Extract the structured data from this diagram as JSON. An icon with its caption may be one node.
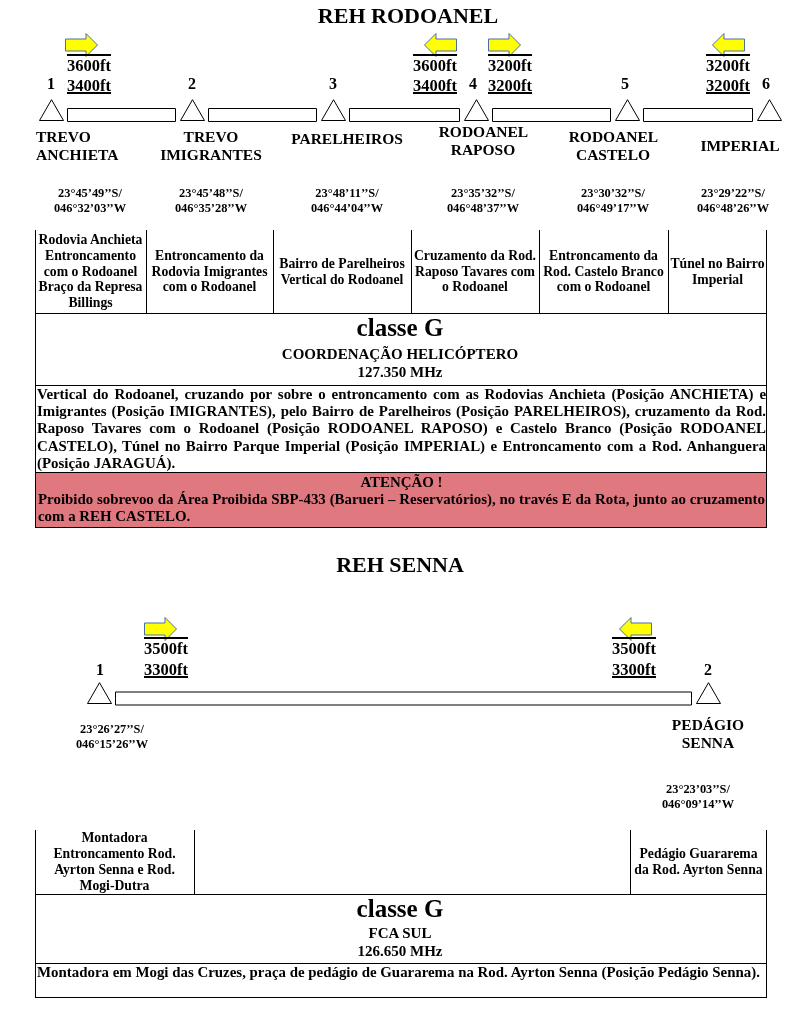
{
  "diagram": {
    "title": "REH RODOANEL",
    "nodes": [
      {
        "text": [],
        "shape": "triangle",
        "beside": [
          "1",
          "TREVO ANCHIETA",
          "23°45’49’’S/ 046°32’03’’W"
        ]
      },
      {
        "text": [],
        "shape": "triangle",
        "beside": [
          "2",
          "TREVO IMIGRANTES",
          "23°45’48’’S/ 046°35’28’’W"
        ]
      },
      {
        "text": [],
        "shape": "triangle",
        "beside": [
          "3",
          "PARELHEIROS",
          "23°48’11’’S/ 046°44’04’’W"
        ]
      },
      {
        "text": [],
        "shape": "triangle",
        "beside": [
          "4",
          "RODOANEL RAPOSO",
          "23°35’32’’S/ 046°48’37’’W"
        ]
      },
      {
        "text": [],
        "shape": "triangle",
        "beside": [
          "5",
          "RODOANEL CASTELO",
          "23°30’32’’S/ 046°49’17’’W"
        ]
      },
      {
        "text": [],
        "shape": "triangle",
        "beside": [
          "6",
          "IMPERIAL",
          "23°29’22’’S/ 046°48’26’’W"
        ]
      },
      {
        "text": [],
        "shape": "triangle",
        "beside": [
          "1",
          "23°26’27’’S/ 046°15’26’’W"
        ]
      },
      {
        "text": [],
        "shape": "triangle",
        "beside": [
          "2",
          "PEDÁGIO SENNA",
          "23°23’03’’S/ 046°09’14’’W"
        ]
      }
    ],
    "edges": [
      {
        "from": 0,
        "to": 1,
        "arrow": "none"
      },
      {
        "from": 1,
        "to": 2,
        "arrow": "none"
      },
      {
        "from": 2,
        "to": 3,
        "arrow": "none"
      },
      {
        "from": 3,
        "to": 4,
        "arrow": "none"
      },
      {
        "from": 4,
        "to": 5,
        "arrow": "none"
      },
      {
        "from": 6,
        "to": 7,
        "arrow": "none"
      }
    ],
    "labels": [
      "3600ft",
      "3400ft",
      "3600ft",
      "3400ft",
      "3200ft",
      "3200ft",
      "3200ft",
      "3200ft",
      "Rodovia Anchieta Entroncamento com o Rodoanel Braço da Represa Billings",
      "Entroncamento da Rodovia Imigrantes com o Rodoanel",
      "Bairro de Parelheiros Vertical do Rodoanel",
      "Cruzamento da Rod. Raposo Tavares com o Rodoanel",
      "Entroncamento da Rod. Castelo Branco com o Rodoanel",
      "Túnel no Bairro Imperial",
      "classe G",
      "COORDENAÇÃO HELICÓPTERO",
      "127.350 MHz",
      "Vertical do Rodoanel, cruzando por sobre o entroncamento com as Rodovias Anchieta (Posição ANCHIETA) e Imigrantes (Posição IMIGRANTES), pelo Bairro de Parelheiros (Posição PARELHEIROS), cruzamento da Rod. Raposo Tavares com o Rodoanel (Posição RODOANEL RAPOSO) e Castelo Branco (Posição RODOANEL CASTELO), Túnel no Bairro Parque Imperial (Posição IMPERIAL) e Entroncamento com a Rod. Anhanguera (Posição JARAGUÁ).",
      "ATENÇÃO !",
      "Proibido sobrevoo da Área Proibida SBP-433 (Barueri – Reservatórios), no través E da Rota, junto ao cruzamento com a REH CASTELO.",
      "REH SENNA",
      "3500ft",
      "3300ft",
      "3500ft",
      "3300ft",
      "Montadora Entroncamento Rod. Ayrton Senna e Rod. Mogi-Dutra",
      "Pedágio Guararema da Rod. Ayrton Senna",
      "classe G",
      "FCA SUL",
      "126.650 MHz",
      "Montadora em Mogi das Cruzes, praça de pedágio de Guararema na Rod. Ayrton Senna (Posição Pedágio Senna)."
    ]
  }
}
